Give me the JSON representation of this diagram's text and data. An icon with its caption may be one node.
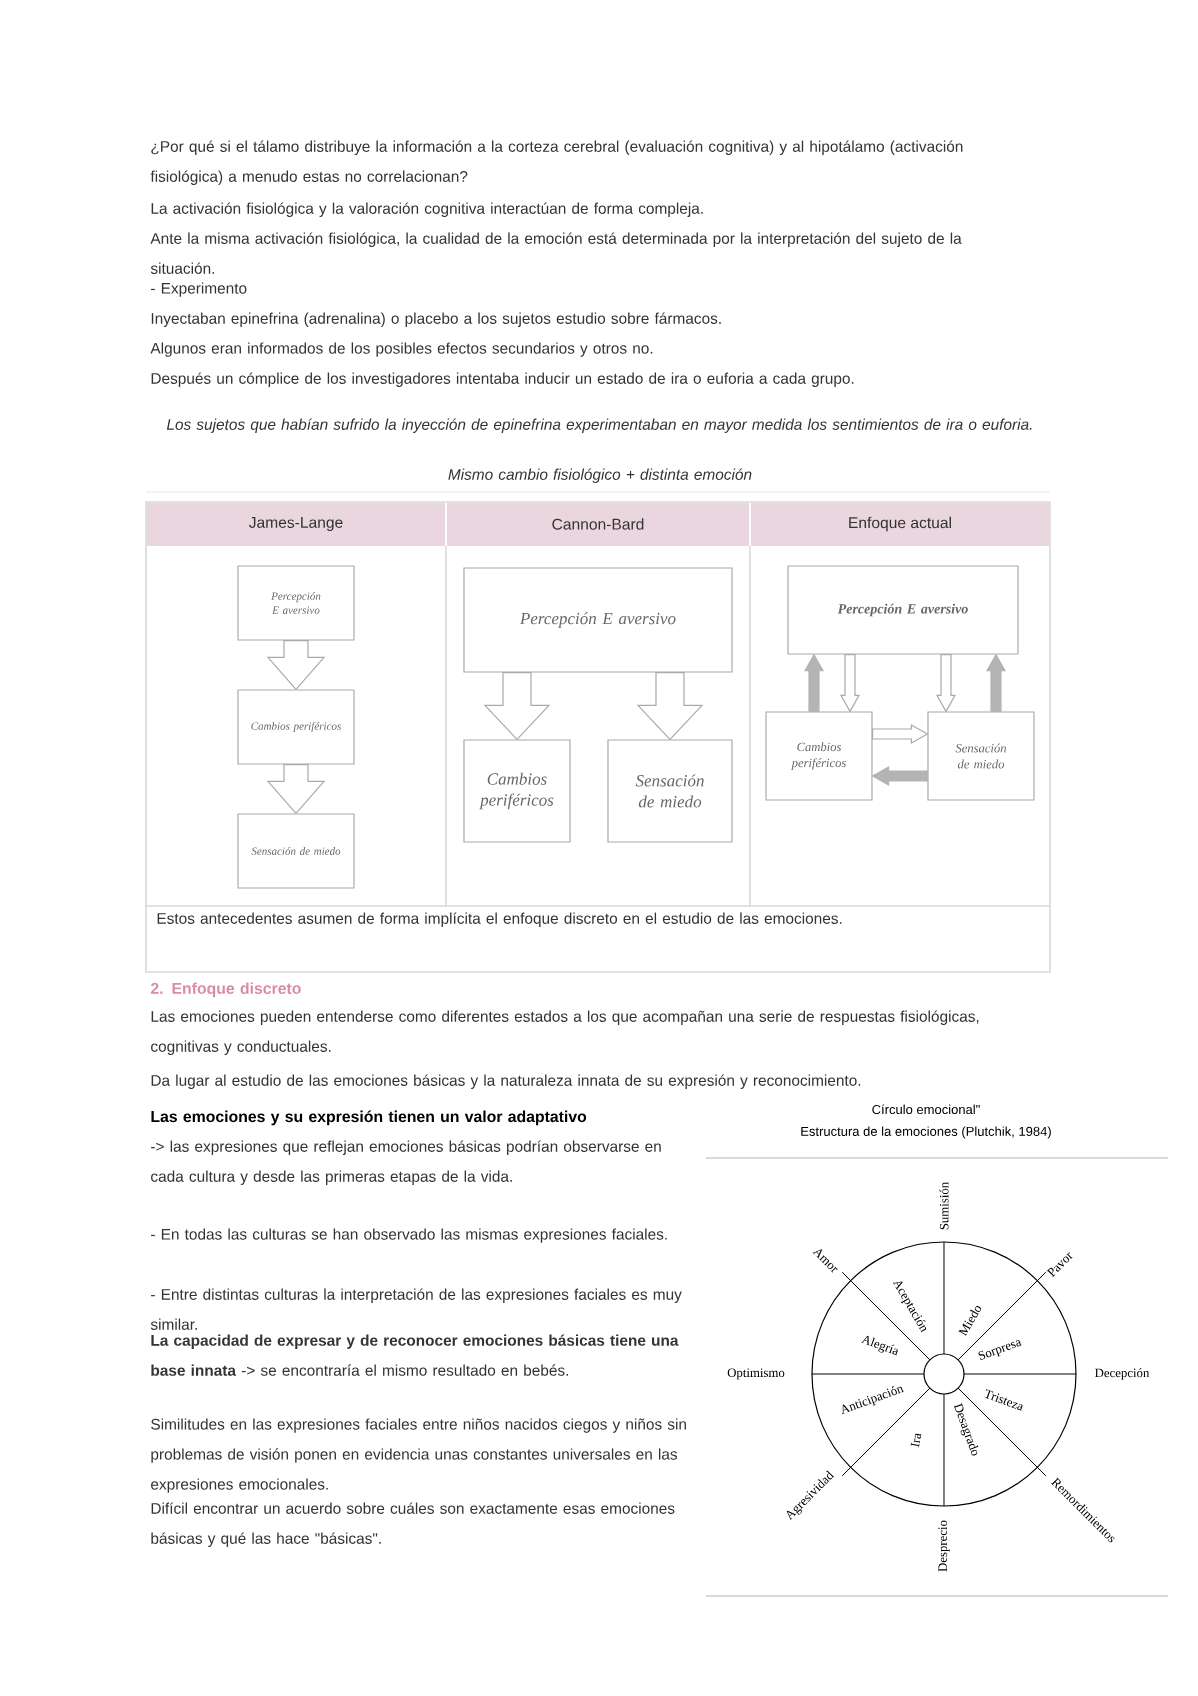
{
  "diagram": {
    "nodes": [
      {
        "text": [
          "Percepción E aversivo"
        ]
      },
      {
        "text": [
          "Cambios periféricos"
        ]
      },
      {
        "text": [
          "Sensación de miedo"
        ]
      },
      {
        "text": [
          "Percepción E aversivo"
        ]
      },
      {
        "text": [
          "Cambios periféricos"
        ]
      },
      {
        "text": [
          "Sensación de miedo"
        ]
      },
      {
        "text": [
          "Percepción E aversivo"
        ]
      },
      {
        "text": [
          "Cambios periféricos"
        ]
      },
      {
        "text": [
          "Sensación de miedo"
        ]
      }
    ],
    "edges": [
      {
        "from": 0,
        "to": 1,
        "arrow": "to"
      },
      {
        "from": 1,
        "to": 2,
        "arrow": "to"
      },
      {
        "from": 3,
        "to": 4,
        "arrow": "to"
      },
      {
        "from": 3,
        "to": 5,
        "arrow": "to"
      },
      {
        "from": 7,
        "to": 6,
        "arrow": "to",
        "color": "#b4b4b4"
      },
      {
        "from": 6,
        "to": 7,
        "arrow": "to"
      },
      {
        "from": 6,
        "to": 8,
        "arrow": "to"
      },
      {
        "from": 8,
        "to": 6,
        "arrow": "to",
        "color": "#b4b4b4"
      },
      {
        "from": 7,
        "to": 8,
        "arrow": "to"
      },
      {
        "from": 8,
        "to": 7,
        "arrow": "to",
        "color": "#b4b4b4"
      }
    ],
    "labels": [
      "¿Por qué si el tálamo distribuye la información a la corteza cerebral (evaluación cognitiva) y al hipotálamo (activación fisiológica) a menudo estas no correlacionan?",
      "La activación fisiológica y la valoración cognitiva interactúan de forma compleja.",
      "Ante la misma activación fisiológica, la cualidad de la emoción está determinada por la interpretación del sujeto de la situación.",
      "- Experimento",
      "Inyectaban epinefrina (adrenalina) o placebo a los sujetos estudio sobre fármacos.",
      "Algunos eran informados de los posibles efectos secundarios y otros no.",
      "Después un cómplice de los investigadores intentaba inducir un estado de ira o euforia a cada grupo.",
      "Los sujetos que habían sufrido la inyección de epinefrina experimentaban en mayor medida los sentimientos de ira o euforia.",
      "Mismo cambio fisiológico + distinta emoción",
      "James-Lange",
      "Cannon-Bard",
      "Enfoque actual",
      "Estos antecedentes asumen de forma implícita el enfoque discreto en el estudio de las emociones.",
      "2. Enfoque discreto",
      "Las emociones pueden entenderse como diferentes estados a los que acompañan una serie de respuestas fisiológicas, cognitivas y conductuales.",
      "Da lugar al estudio de las emociones básicas y la naturaleza innata de su expresión y reconocimiento.",
      "Las emociones y su expresión tienen un valor adaptativo",
      "-> las expresiones que reflejan emociones básicas podrían observarse en cada cultura y desde las primeras etapas de la vida.",
      "- En todas las culturas se han observado las mismas expresiones faciales.",
      "- Entre distintas culturas la interpretación de las expresiones faciales es muy similar.",
      "**La capacidad de expresar y de reconocer emociones básicas tiene una base innata** -> se encontraría el mismo resultado en bebés.",
      "Similitudes en las expresiones faciales entre niños nacidos ciegos y niños sin problemas de visión ponen en evidencia unas constantes universales en las expresiones emocionales.",
      "Difícil encontrar un acuerdo sobre cuáles son exactamente esas emociones básicas y qué las hace \"básicas\".",
      "Círculo emocional\"",
      "Estructura de la emociones (Plutchik, 1984)",
      "Sumisión",
      "Amor",
      "Pavor",
      "Aceptación",
      "Miedo",
      "Alegría",
      "Sorpresa",
      "Optimismo",
      "Decepción",
      "Anticipación",
      "Tristeza",
      "Ira",
      "Desagrado",
      "Agresividad",
      "Remordimientos",
      "Desprecio"
    ]
  }
}
